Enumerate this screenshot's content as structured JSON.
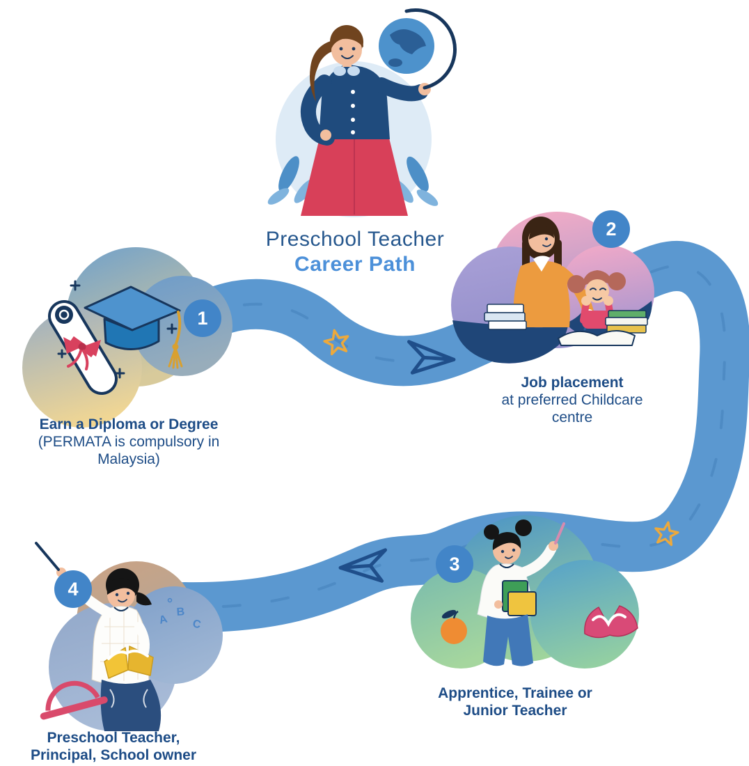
{
  "title": {
    "line1": "Preschool Teacher",
    "line2": "Career Path"
  },
  "hero": {
    "illustration": "teacher-with-globe"
  },
  "steps": [
    {
      "number": "1",
      "heading": "Earn a Diploma or Degree",
      "subtext": "(PERMATA is compulsory in Malaysia)",
      "illustration": "graduation-cap-and-diploma"
    },
    {
      "number": "2",
      "heading": "Job placement",
      "subtext": "at preferred Childcare centre",
      "illustration": "teacher-tutoring-child"
    },
    {
      "number": "3",
      "heading": "Apprentice, Trainee or Junior Teacher",
      "subtext": "",
      "illustration": "junior-teacher-with-books"
    },
    {
      "number": "4",
      "heading": "Preschool Teacher, Principal, School owner",
      "subtext": "",
      "illustration": "teacher-presenting-with-book"
    }
  ],
  "decor": {
    "abc": [
      "A",
      "B",
      "C"
    ],
    "icons": [
      "star-icon",
      "paper-plane-icon",
      "plus-sparkle-icon",
      "globe-icon",
      "graduation-cap-icon",
      "diploma-icon",
      "protractor-icon",
      "apple-icon",
      "open-book-icon"
    ]
  },
  "colors": {
    "path": "#5B98D0",
    "path_dash": "#4C88C2",
    "badge": "#4285C8",
    "heading_text": "#1D4C86",
    "title_text": "#27588E",
    "title_accent": "#4C90D9",
    "star": "#EDA93C",
    "plane_outline": "#1F4E8A"
  }
}
